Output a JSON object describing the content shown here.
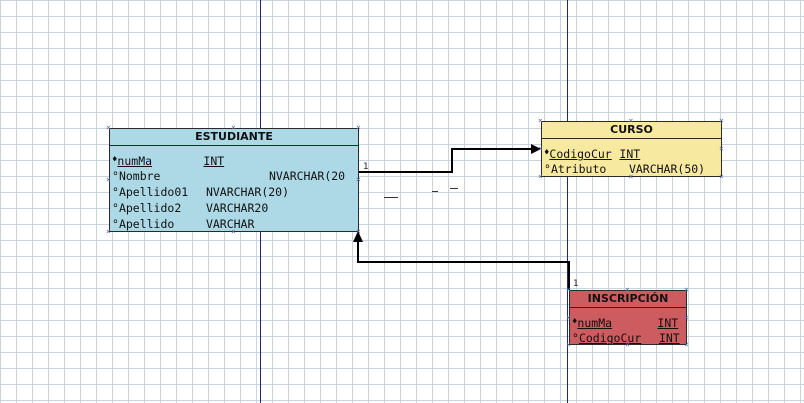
{
  "entities": {
    "estudiante": {
      "name": "ESTUDIANTE",
      "color": "#add8e6",
      "columns": [
        {
          "name": "numMa",
          "type": "INT",
          "key": "pk"
        },
        {
          "name": "Nombre",
          "type": "NVARCHAR(20"
        },
        {
          "name": "Apellido01",
          "type": "NVARCHAR(20)"
        },
        {
          "name": "Apellido2",
          "type": "VARCHAR20"
        },
        {
          "name": "Apellido",
          "type": "VARCHAR"
        }
      ]
    },
    "curso": {
      "name": "CURSO",
      "color": "#f8e9a1",
      "columns": [
        {
          "name": "CodigoCur",
          "type": "INT",
          "key": "pk"
        },
        {
          "name": "Atributo",
          "type": "VARCHAR(50)"
        }
      ]
    },
    "inscripcion": {
      "name": "INSCRIPCIÓN",
      "color": "#cc5c60",
      "columns": [
        {
          "name": "numMa",
          "type": "INT",
          "key": "pk"
        },
        {
          "name": "CodigoCur",
          "type": "INT",
          "key": "pk"
        }
      ]
    }
  },
  "relationships": {
    "r1_cardinality": "1",
    "r2_cardinality": "1"
  },
  "symbols": {
    "key_marker": "♦",
    "attr_marker": "°"
  }
}
